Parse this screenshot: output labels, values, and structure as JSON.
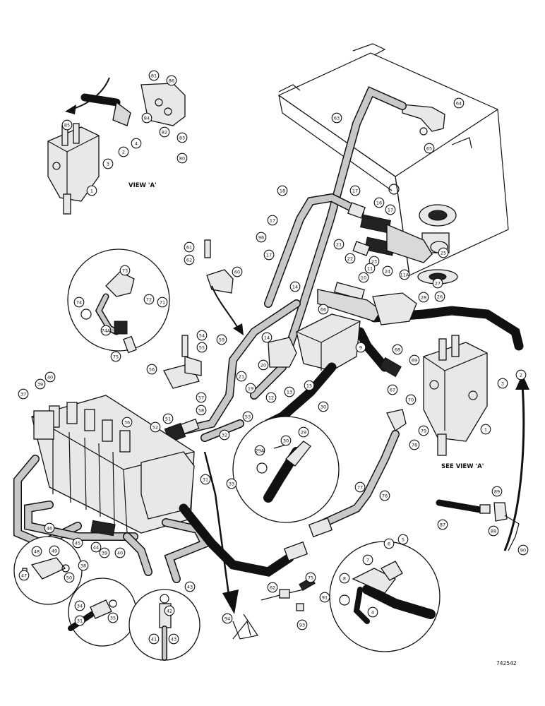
{
  "captions": {
    "view_a": "VIEW 'A'",
    "see_view_a": "SEE VIEW 'A'",
    "drawing_number": "742542"
  },
  "callouts": [
    "1",
    "2",
    "3",
    "4",
    "81",
    "86",
    "85",
    "84",
    "82",
    "83",
    "80",
    "63",
    "64",
    "65",
    "18",
    "17",
    "16",
    "17",
    "21",
    "22",
    "23",
    "25",
    "96",
    "61",
    "62",
    "60",
    "17",
    "17",
    "11",
    "24",
    "11A",
    "27",
    "26",
    "28",
    "10",
    "14",
    "66",
    "73",
    "74",
    "71",
    "72",
    "74A",
    "75",
    "54",
    "55",
    "56",
    "57",
    "58",
    "59",
    "20",
    "21",
    "19",
    "14",
    "15",
    "13",
    "12",
    "30",
    "9",
    "68",
    "67",
    "69",
    "2",
    "3",
    "70",
    "79",
    "78",
    "1",
    "29",
    "29A",
    "30",
    "52",
    "51",
    "32",
    "53",
    "31",
    "33",
    "37",
    "39",
    "40",
    "36",
    "46",
    "45",
    "44",
    "39",
    "40",
    "38",
    "47",
    "48",
    "49",
    "50",
    "34",
    "35",
    "31",
    "42",
    "41",
    "43",
    "43",
    "75",
    "76",
    "77",
    "5",
    "6",
    "7",
    "8",
    "4",
    "62",
    "91",
    "93",
    "94",
    "87",
    "88",
    "89",
    "90"
  ]
}
